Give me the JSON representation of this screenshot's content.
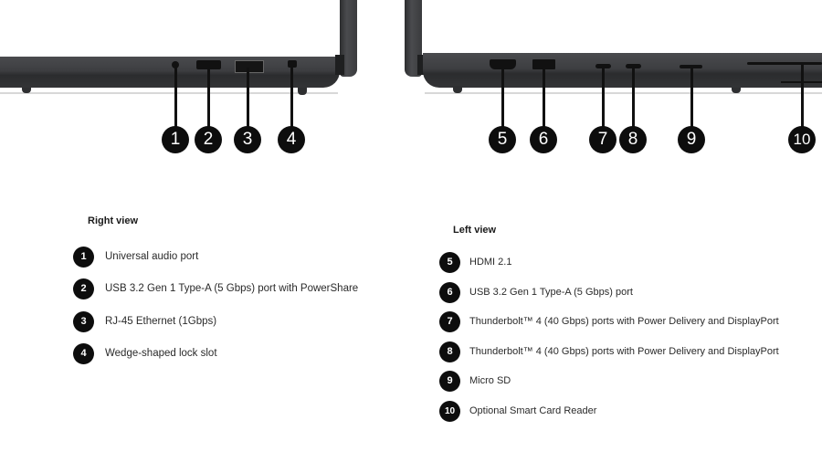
{
  "diagram": {
    "right_view": {
      "title": "Right view",
      "callouts": [
        "1",
        "2",
        "3",
        "4"
      ],
      "items": [
        {
          "number": "1",
          "label": "Universal audio port"
        },
        {
          "number": "2",
          "label": "USB 3.2 Gen 1 Type-A (5 Gbps) port with PowerShare"
        },
        {
          "number": "3",
          "label": "RJ-45 Ethernet (1Gbps)"
        },
        {
          "number": "4",
          "label": "Wedge-shaped lock slot"
        }
      ]
    },
    "left_view": {
      "title": "Left view",
      "callouts": [
        "5",
        "6",
        "7",
        "8",
        "9",
        "10"
      ],
      "items": [
        {
          "number": "5",
          "label": "HDMI 2.1"
        },
        {
          "number": "6",
          "label": "USB 3.2 Gen 1 Type-A (5 Gbps) port"
        },
        {
          "number": "7",
          "label": "Thunderbolt™ 4 (40 Gbps) ports with Power Delivery and DisplayPort"
        },
        {
          "number": "8",
          "label": "Thunderbolt™ 4 (40 Gbps) ports with Power Delivery and DisplayPort"
        },
        {
          "number": "9",
          "label": "Micro SD"
        },
        {
          "number": "10",
          "label": "Optional Smart Card Reader"
        }
      ]
    },
    "colors": {
      "laptop_body": "#3d3e41",
      "badge": "#0d0d0d",
      "badge_text": "#ffffff",
      "text": "#2a2a2a"
    }
  }
}
